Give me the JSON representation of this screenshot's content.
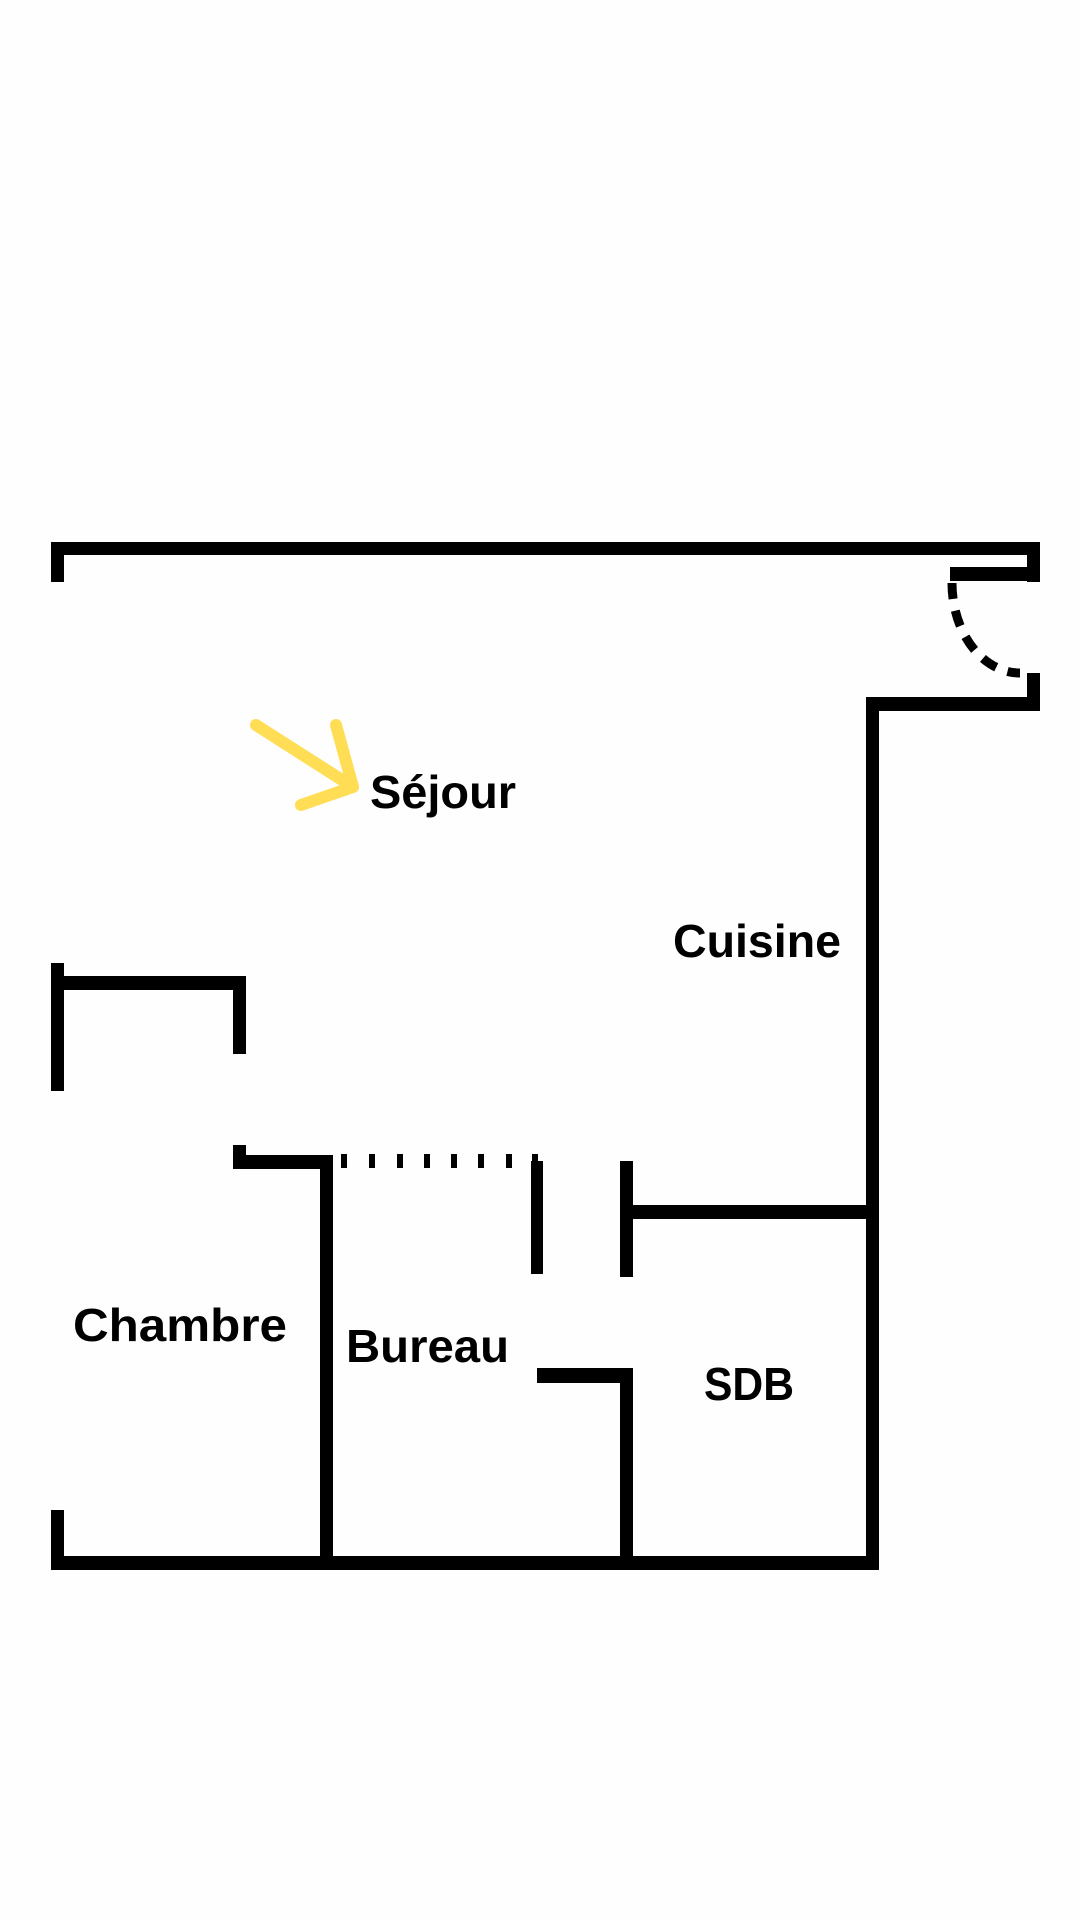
{
  "plan": {
    "rooms": {
      "sejour": "Séjour",
      "cuisine": "Cuisine",
      "chambre": "Chambre",
      "bureau": "Bureau",
      "sdb": "SDB"
    },
    "accent_color": "#FFDD55",
    "wall_color": "#000000"
  }
}
